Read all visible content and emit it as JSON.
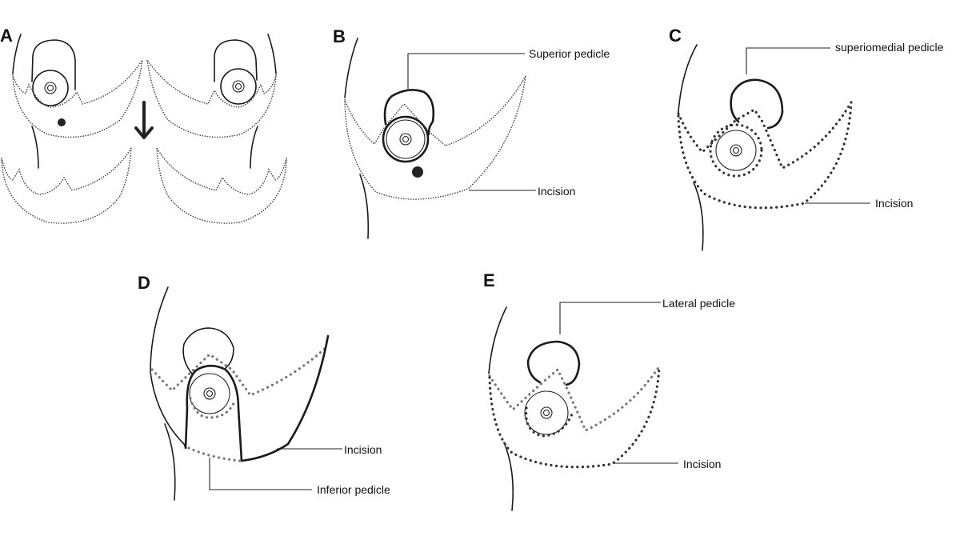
{
  "figure": {
    "description": "Breast reduction pedicle techniques",
    "panels": [
      {
        "letter": "A",
        "labels": []
      },
      {
        "letter": "B",
        "labels": [
          "Superior pedicle",
          "Incision"
        ]
      },
      {
        "letter": "C",
        "labels": [
          "superiomedial pedicle",
          "Incision"
        ]
      },
      {
        "letter": "D",
        "labels": [
          "Incision",
          "Inferior pedicle"
        ]
      },
      {
        "letter": "E",
        "labels": [
          "Lateral pedicle",
          "Incision"
        ]
      }
    ]
  },
  "icons": {
    "arrow": "down-arrow"
  },
  "colors": {
    "line": "#1a1a1a",
    "dotted": "#444444",
    "background": "#ffffff"
  }
}
